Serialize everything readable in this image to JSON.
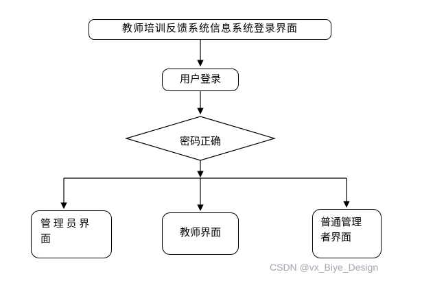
{
  "diagram": {
    "title": "教师培训反馈系统信息系统登录界面",
    "nodes": {
      "login": {
        "label": "用户登录"
      },
      "decision": {
        "label": "密码正确"
      },
      "admin": {
        "lines": [
          "管 理 员 界",
          "面"
        ]
      },
      "teacher": {
        "label": "教师界面"
      },
      "manager": {
        "lines": [
          "普通管理",
          "者界面"
        ]
      }
    },
    "watermark": "CSDN @vx_Biye_Design",
    "colors": {
      "stroke": "#000000",
      "watermark": "#a9a2b0"
    }
  }
}
